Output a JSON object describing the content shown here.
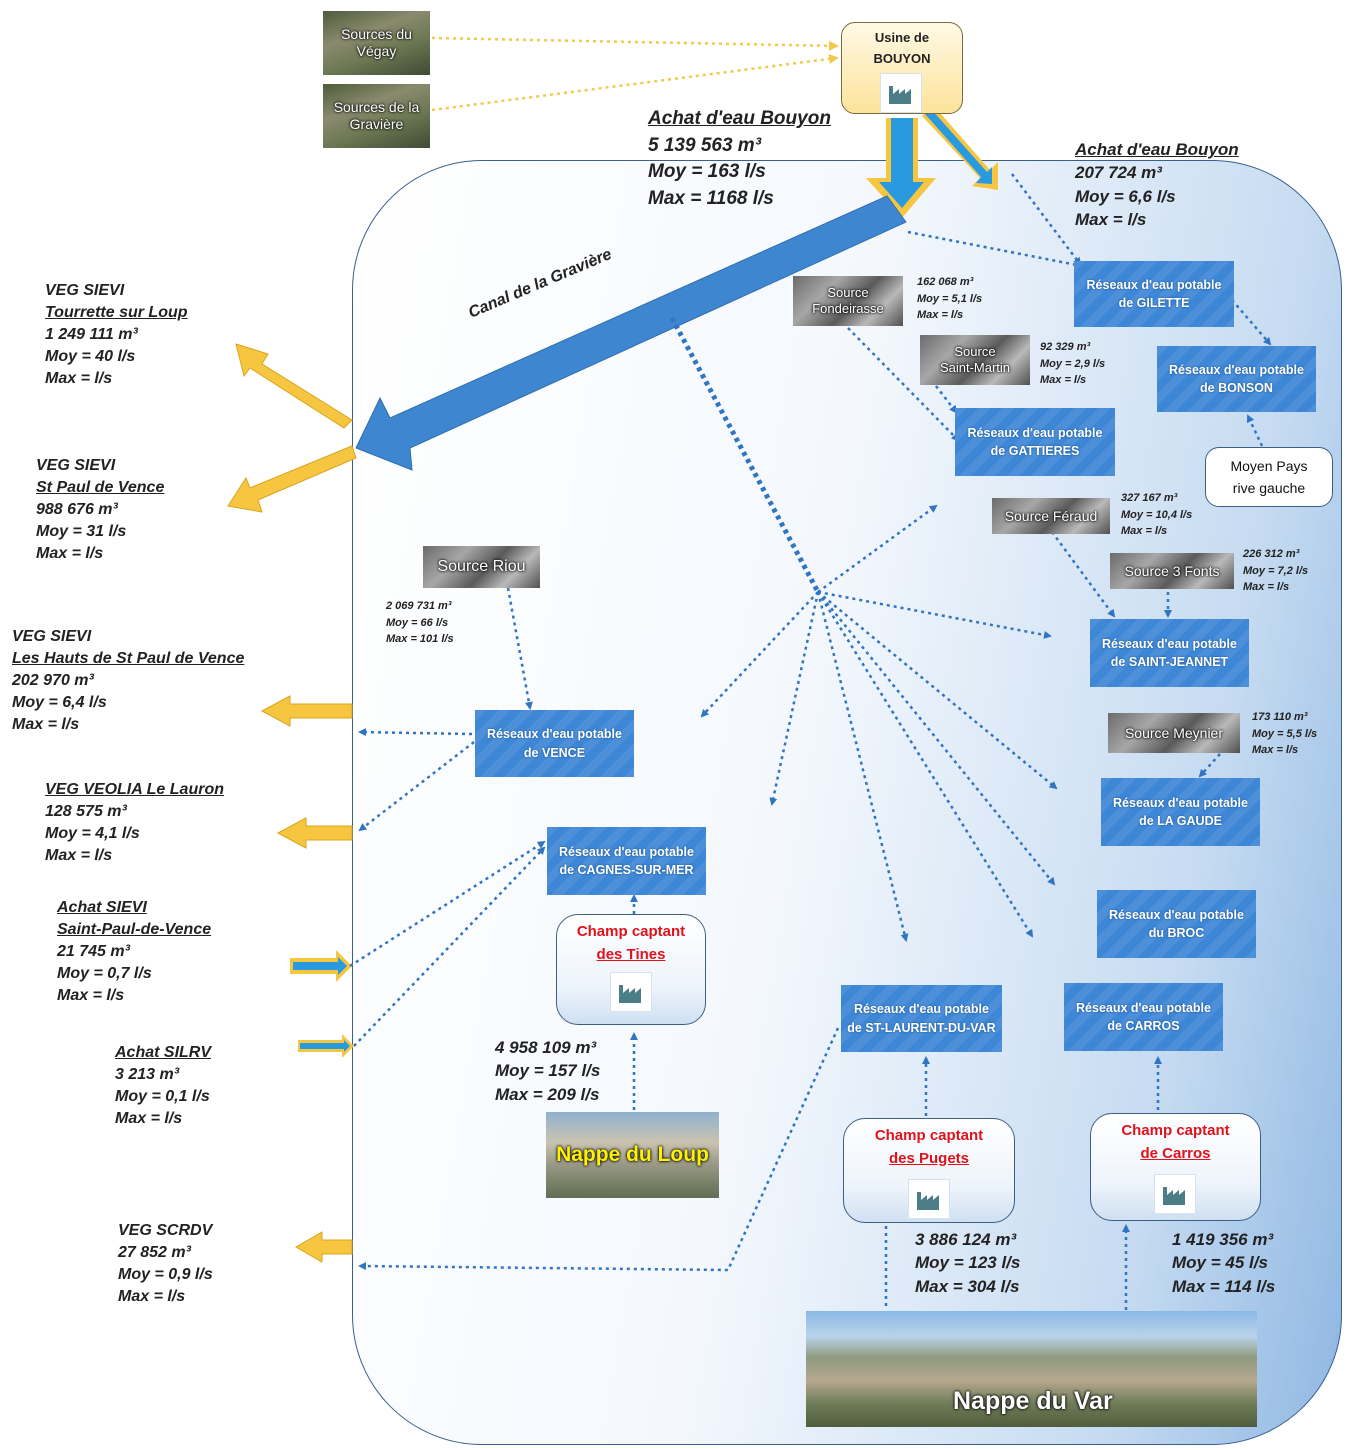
{
  "usine": {
    "line1": "Usine de",
    "line2": "BOUYON"
  },
  "sources_top": [
    {
      "name": "Sources du Végay"
    },
    {
      "name": "Sources de la Gravière"
    }
  ],
  "achat_main": {
    "title": "Achat d'eau Bouyon",
    "volume": "5 139 563 m³",
    "moy": "Moy = 163  l/s",
    "max": "Max = 1168  l/s"
  },
  "achat_right": {
    "title": "Achat d'eau Bouyon",
    "volume": "207 724 m³",
    "moy": "Moy = 6,6 l/s",
    "max": "Max =   l/s"
  },
  "canal_label": "Canal de la Gravière",
  "left_outputs": [
    {
      "title": "VEG SIEVI",
      "sub": "Tourrette sur Loup",
      "volume": "1 249 111 m³",
      "moy": "Moy = 40 l/s",
      "max": "Max =   l/s"
    },
    {
      "title": "VEG SIEVI",
      "sub": "St Paul de Vence",
      "volume": "988 676 m³",
      "moy": "Moy = 31 l/s",
      "max": "Max =   l/s"
    },
    {
      "title": "VEG SIEVI",
      "sub": "Les Hauts de St Paul de Vence",
      "volume": "202 970 m³",
      "moy": "Moy = 6,4 l/s",
      "max": "Max =   l/s"
    },
    {
      "title": "VEG VEOLIA Le Lauron",
      "volume": "128 575 m³",
      "moy": "Moy = 4,1 l/s",
      "max": "Max =   l/s"
    },
    {
      "title": "Achat SIEVI",
      "sub": "Saint-Paul-de-Vence",
      "volume": "21 745 m³",
      "moy": "Moy = 0,7 l/s",
      "max": "Max =   l/s"
    },
    {
      "title": "Achat SILRV",
      "volume": "3 213 m³",
      "moy": "Moy = 0,1 l/s",
      "max": "Max =   l/s"
    },
    {
      "title": "VEG SCRDV",
      "volume": "27 852  m³",
      "moy": "Moy = 0,9 l/s",
      "max": "Max =   l/s"
    }
  ],
  "sources": {
    "fondeirasse": {
      "name1": "Source",
      "name2": "Fondeirasse",
      "volume": "162 068 m³",
      "moy": "Moy = 5,1  l/s",
      "max": "Max =  l/s"
    },
    "saint_martin": {
      "name1": "Source",
      "name2": "Saint-Martin",
      "volume": "92 329 m³",
      "moy": "Moy = 2,9  l/s",
      "max": "Max =  l/s"
    },
    "feraud": {
      "name": "Source Féraud",
      "volume": "327 167 m³",
      "moy": "Moy = 10,4  l/s",
      "max": "Max =  l/s"
    },
    "trois_fonts": {
      "name": "Source 3 Fonts",
      "volume": "226 312 m³",
      "moy": "Moy = 7,2  l/s",
      "max": "Max =  l/s"
    },
    "meynier": {
      "name": "Source Meynier",
      "volume": "173 110 m³",
      "moy": "Moy = 5,5  l/s",
      "max": "Max =  l/s"
    },
    "riou": {
      "name": "Source Riou",
      "volume": "2 069 731 m³",
      "moy": "Moy = 66  l/s",
      "max": "Max = 101 l/s"
    }
  },
  "networks": {
    "prefix": "Réseaux d'eau potable",
    "gilette": "de GILETTE",
    "bonson": "de BONSON",
    "gattieres": "de GATTIERES",
    "saint_jeannet": "de SAINT-JEANNET",
    "la_gaude": "de LA GAUDE",
    "broc": "du BROC",
    "carros": "de CARROS",
    "st_laurent": "de ST-LAURENT-DU-VAR",
    "vence": "de VENCE",
    "cagnes": "de CAGNES-SUR-MER"
  },
  "moyen_pays": {
    "line1": "Moyen Pays",
    "line2": "rive gauche"
  },
  "champs": {
    "tines": {
      "line1": "Champ captant",
      "line2": "des Tines",
      "volume": "4 958 109 m³",
      "moy": "Moy =  157 l/s",
      "max": "Max = 209 l/s"
    },
    "pugets": {
      "line1": "Champ captant",
      "line2": "des Pugets",
      "volume": "3 886 124 m³",
      "moy": "Moy = 123  l/s",
      "max": "Max = 304 l/s"
    },
    "carros": {
      "line1": "Champ captant",
      "line2": "de Carros",
      "volume": "1 419 356 m³",
      "moy": "Moy = 45  l/s",
      "max": "Max = 114 l/s"
    }
  },
  "nappes": {
    "loup": "Nappe du Loup",
    "var": "Nappe du Var"
  },
  "colors": {
    "arrow_blue": "#3e86cf",
    "arrow_yellow": "#f6c641",
    "network_blue": "#3e87d6",
    "champ_red": "#e0121c",
    "border": "#3a5f8f"
  }
}
